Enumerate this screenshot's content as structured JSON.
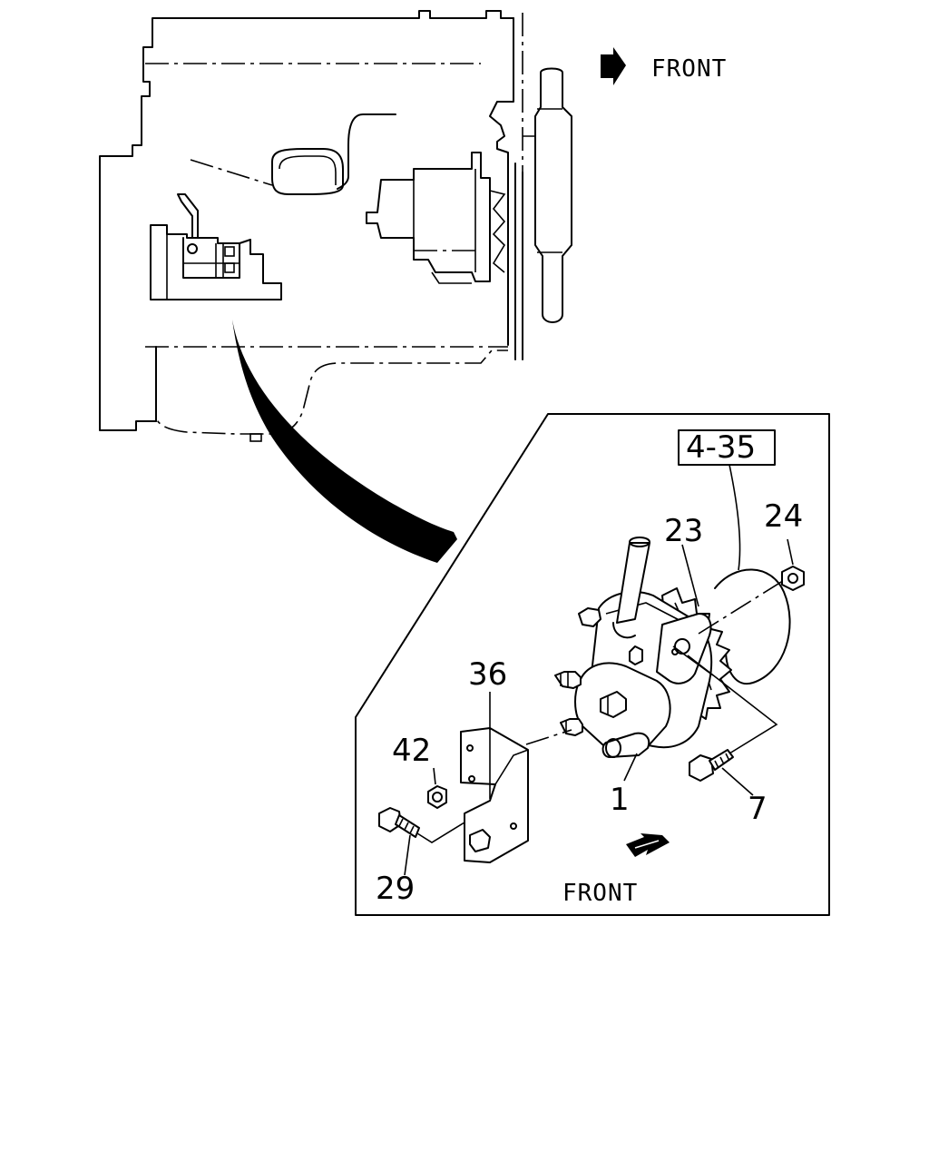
{
  "top_view": {
    "front_label": "FRONT"
  },
  "detail_view": {
    "front_label": "FRONT",
    "ref_box": "4-35",
    "callouts": {
      "c1": "1",
      "c7": "7",
      "c23": "23",
      "c24": "24",
      "c29": "29",
      "c36": "36",
      "c42": "42"
    }
  }
}
